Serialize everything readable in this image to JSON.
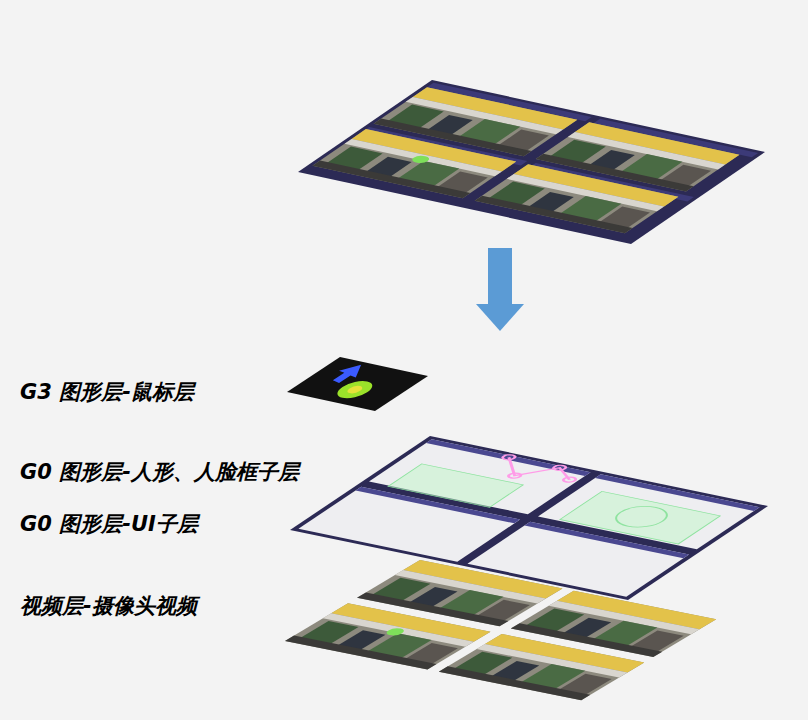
{
  "diagram": {
    "labels": [
      "G3 图形层-鼠标层",
      "G0 图形层-人形、人脸框子层",
      "G0 图形层-UI子层",
      "视频层-摄像头视频"
    ]
  }
}
